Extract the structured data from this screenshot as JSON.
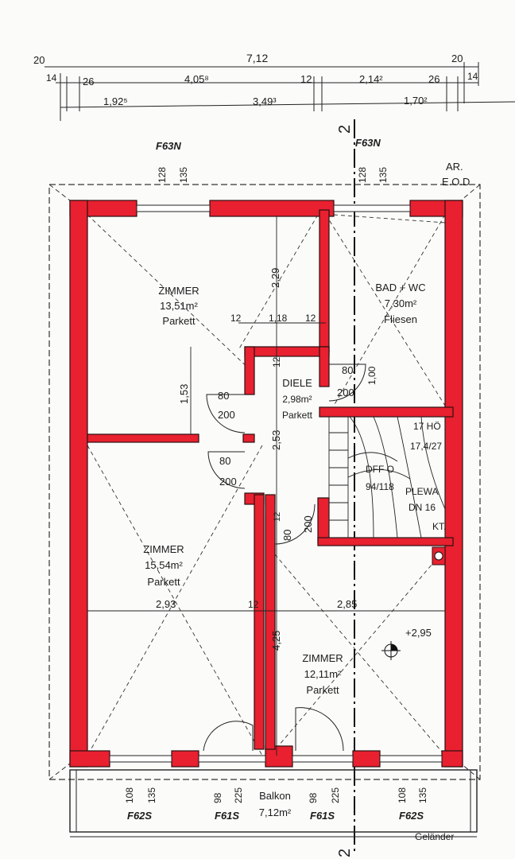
{
  "dimensions": {
    "overall": "7,12",
    "left_20": "20",
    "right_20": "20",
    "left_14": "14",
    "right_14": "14",
    "d26a": "26",
    "d405": "4,05⁸",
    "d12top": "12",
    "d214": "2,14²",
    "d26b": "26",
    "d192": "1,92⁵",
    "d349": "3,49³",
    "d170": "1,70²"
  },
  "section_mark": "2",
  "ar_label": "AR.\nE.O.D",
  "ar_line1": "AR.",
  "ar_line2": "E.O.D",
  "windows": {
    "top_left": {
      "type": "F63N",
      "w": "128",
      "h": "135"
    },
    "top_right": {
      "type": "F63N",
      "w": "128",
      "h": "135"
    },
    "bottom_1": {
      "type": "F62S",
      "w": "108",
      "h": "135"
    },
    "bottom_2": {
      "type": "F61S",
      "w": "98",
      "h": "225"
    },
    "bottom_3": {
      "type": "F61S",
      "w": "98",
      "h": "225"
    },
    "bottom_4": {
      "type": "F62S",
      "w": "108",
      "h": "135"
    }
  },
  "rooms": {
    "zimmer1": {
      "name": "ZIMMER",
      "area": "13,51m²",
      "floor": "Parkett"
    },
    "bad": {
      "name": "BAD + WC",
      "area": "7,30m²",
      "floor": "Fliesen"
    },
    "diele": {
      "name": "DIELE",
      "area": "2,98m²",
      "floor": "Parkett"
    },
    "zimmer2": {
      "name": "ZIMMER",
      "area": "15,54m²",
      "floor": "Parkett"
    },
    "zimmer3": {
      "name": "ZIMMER",
      "area": "12,11m²",
      "floor": "Parkett"
    },
    "balkon": {
      "name": "Balkon",
      "area": "7,12m²"
    }
  },
  "inner_dims": {
    "d229": "2,29",
    "d12a": "12",
    "d118": "1,18",
    "d12b": "12",
    "d12c": "12",
    "d153": "1,53",
    "d253": "2,53",
    "d100": "1,00",
    "d293": "2,93",
    "d12d": "12",
    "d285": "2,85",
    "d425": "4,25",
    "d12e": "12",
    "height": "+2,95"
  },
  "doors": {
    "d1": {
      "w": "80",
      "h": "200"
    },
    "d2": {
      "w": "80",
      "h": "200"
    },
    "d3": {
      "w": "80",
      "h": "200"
    },
    "d4": {
      "w": "80",
      "h": "200"
    }
  },
  "stairs": {
    "steps": "17 HÖ",
    "ratio": "17,4/27",
    "dfo": "DFF O",
    "dfo_size": "94/118",
    "plewa": "PLEWA",
    "dn": "DN 16",
    "kt": "KT."
  },
  "railing": "Geländer",
  "colors": {
    "wall": "#e8202f",
    "wall_stroke": "#2a0f12",
    "line": "#1c1c1c"
  }
}
